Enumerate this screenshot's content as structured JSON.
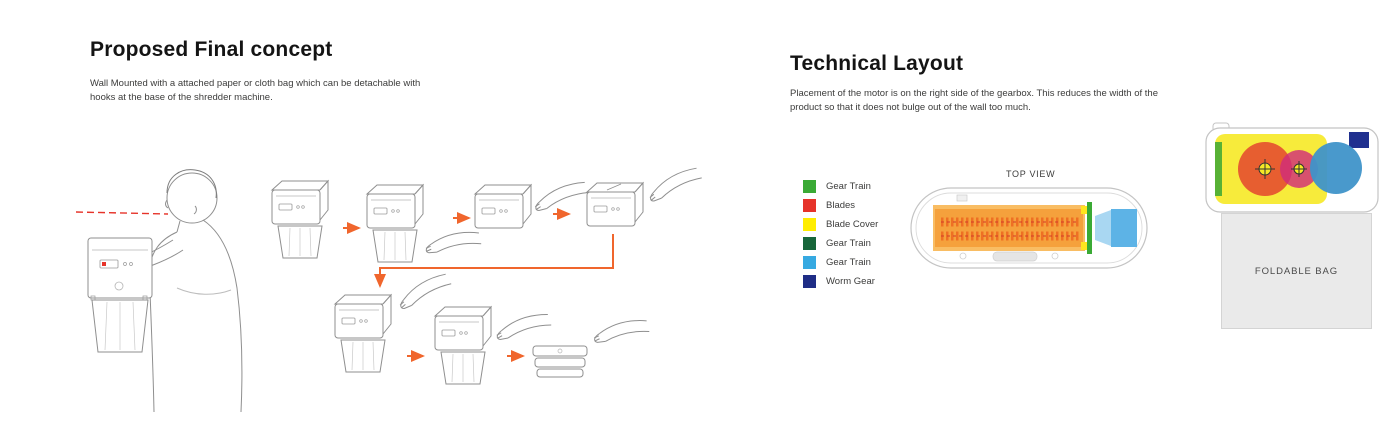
{
  "left_section": {
    "title": "Proposed Final concept",
    "description": "Wall Mounted with a attached paper or cloth bag which can be detachable with hooks at the base of the shredder machine."
  },
  "right_section": {
    "title": "Technical Layout",
    "description": "Placement of the motor is on the right side of the gearbox. This reduces the width of the product so that it does not bulge out of the wall too much.",
    "legend": [
      {
        "label": "Gear Train",
        "color": "#3aaa35"
      },
      {
        "label": "Blades",
        "color": "#e6332a"
      },
      {
        "label": "Blade Cover",
        "color": "#ffed00"
      },
      {
        "label": "Gear Train",
        "color": "#17663a"
      },
      {
        "label": "Gear Train",
        "color": "#36a9e1"
      },
      {
        "label": "Worm Gear",
        "color": "#1f2d86"
      }
    ],
    "top_view_label": "TOP VIEW",
    "foldable_bag_label": "FOLDABLE BAG"
  },
  "accents": {
    "flow_arrow_orange": "#f0662d",
    "sightline_red": "#e63329",
    "blade_cover_orange": "#f5a13c",
    "motor_blue": "#5db3e6"
  }
}
